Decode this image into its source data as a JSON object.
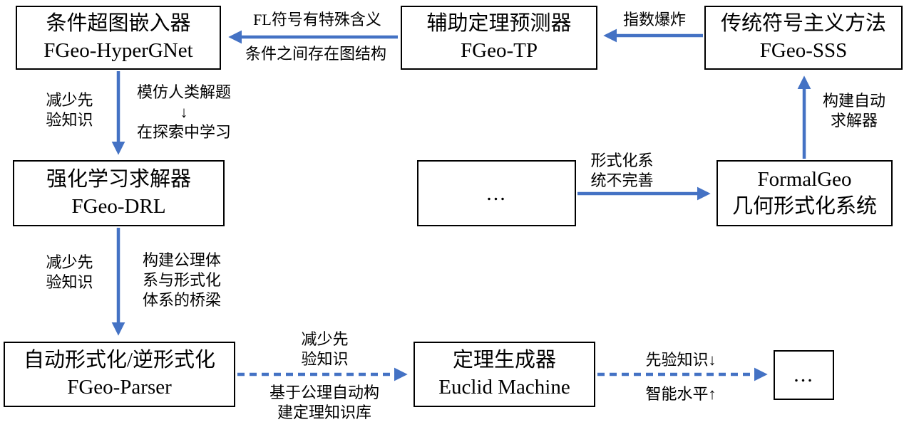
{
  "colors": {
    "arrow": "#4472C4",
    "box_border": "#000000",
    "background": "#ffffff",
    "text": "#000000"
  },
  "boxes": {
    "hypergnet": {
      "line1": "条件超图嵌入器",
      "line2": "FGeo-HyperGNet"
    },
    "tp": {
      "line1": "辅助定理预测器",
      "line2": "FGeo-TP"
    },
    "sss": {
      "line1": "传统符号主义方法",
      "line2": "FGeo-SSS"
    },
    "drl": {
      "line1": "强化学习求解器",
      "line2": "FGeo-DRL"
    },
    "mid_ellipsis": {
      "line1": "..."
    },
    "formalgeo": {
      "line1": "FormalGeo",
      "line2": "几何形式化系统"
    },
    "parser": {
      "line1": "自动形式化/逆形式化",
      "line2": "FGeo-Parser"
    },
    "euclid": {
      "line1": "定理生成器",
      "line2": "Euclid Machine"
    },
    "end_ellipsis": {
      "line1": "..."
    }
  },
  "labels": {
    "fl_symbols": "FL符号有特殊含义",
    "graph_structure": "条件之间存在图结构",
    "exponential_explosion": "指数爆炸",
    "reduce_prior_1": "减少先\n验知识",
    "imitate_human": "模仿人类解题\n↓\n在探索中学习",
    "formal_incomplete": "形式化系\n统不完善",
    "build_auto_solver": "构建自动\n求解器",
    "reduce_prior_2": "减少先\n验知识",
    "axiom_bridge": "构建公理体\n系与形式化\n体系的桥梁",
    "reduce_prior_3": "减少先\n验知识",
    "axiom_theorem_kb": "基于公理自动构\n建定理知识库",
    "prior_knowledge_down": "先验知识↓",
    "intelligence_up": "智能水平↑"
  }
}
